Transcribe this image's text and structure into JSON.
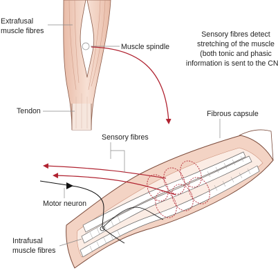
{
  "labels": {
    "extrafusal": [
      "Extrafusal",
      "muscle fibres"
    ],
    "muscle_spindle": "Muscle spindle",
    "tendon": "Tendon",
    "sensory_note": [
      "Sensory fibres detect",
      "stretching of the muscle",
      "(both tonic and phasic",
      "information is sent to the CNS)"
    ],
    "fibrous_capsule": "Fibrous capsule",
    "sensory_fibres": "Sensory fibres",
    "motor_neuron": "Motor neuron",
    "intrafusal": [
      "Intrafusal",
      "muscle fibres"
    ]
  },
  "colors": {
    "muscle": "#f3d3c4",
    "muscle_shade": "#e3b5a0",
    "outline": "#7a4a3a",
    "sensory": "#b02230",
    "label_line": "#888888",
    "fibre_fill": "#ffffff"
  }
}
